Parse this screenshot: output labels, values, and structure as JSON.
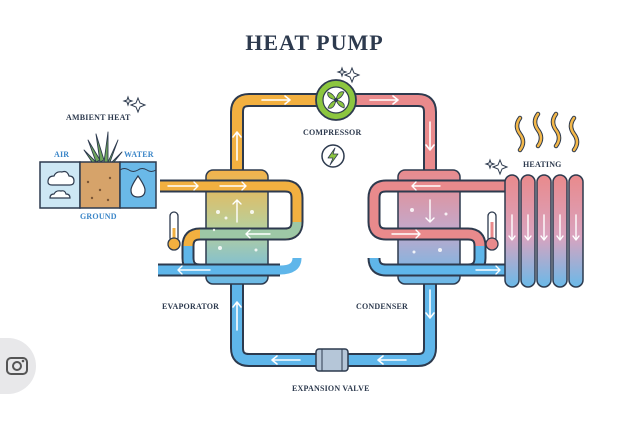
{
  "title": "HEAT PUMP",
  "labels": {
    "ambient_heat": "AMBIENT HEAT",
    "air": "AIR",
    "water": "WATER",
    "ground": "GROUND",
    "compressor": "COMPRESSOR",
    "heating": "HEATING",
    "evaporator": "EVAPORATOR",
    "condenser": "CONDENSER",
    "expansion_valve": "EXPANSION VALVE"
  },
  "colors": {
    "title": "#2d3a4e",
    "warm_orange": "#f2b040",
    "hot_red": "#e98a8c",
    "cold_blue": "#5fb6ea",
    "outline": "#2d3a4e",
    "green": "#8cc63f"
  },
  "icons": [
    "sparkle-icon",
    "fan-icon",
    "lightning-icon",
    "thermometer-icon",
    "heat-wave-icon",
    "cloud-icon",
    "water-drop-icon",
    "grass-icon",
    "lens-icon"
  ]
}
